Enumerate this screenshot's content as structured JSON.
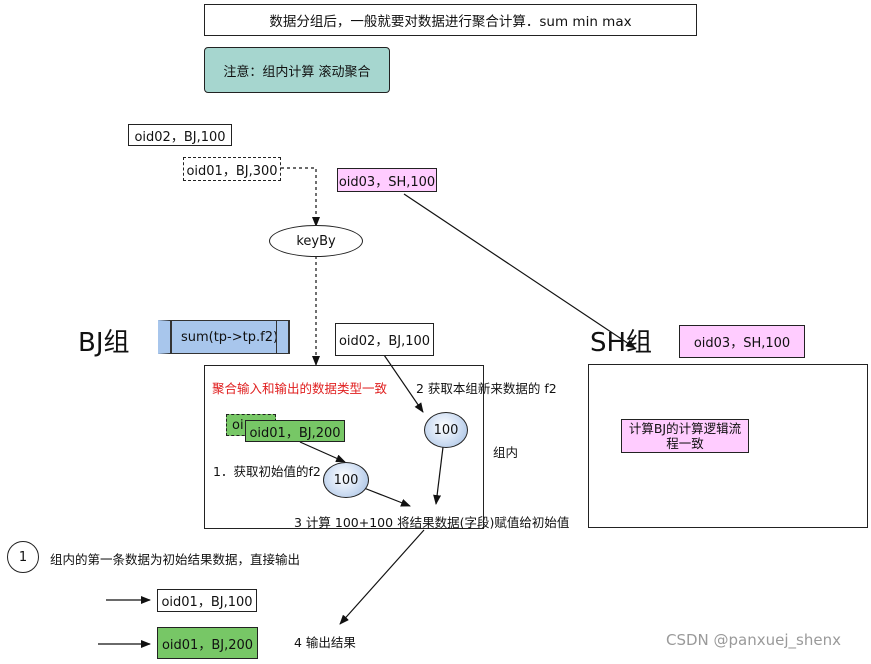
{
  "header": {
    "title": "数据分组后，一般就要对数据进行聚合计算．sum  min  max"
  },
  "note": {
    "text": "注意：组内计算  滚动聚合"
  },
  "records": {
    "in_bj_100": "oid02，BJ,100",
    "in_bj_300": "oid01，BJ,300",
    "in_sh_100": "oid03，SH,100",
    "bj_current": "oid02，BJ,100",
    "sh_current": "oid03，SH,100",
    "bj_partial": "oi",
    "bj_state": "oid01，BJ,200",
    "out_1": "oid01，BJ,100",
    "out_2": "oid01，BJ,200"
  },
  "keyby": {
    "label": "keyBy"
  },
  "groups": {
    "bj": {
      "label": "BJ组",
      "function": "sum(tp->tp.f2)",
      "type_note": "聚合输入和输出的数据类型一致",
      "type_note_color": "#e02020",
      "inner_label": "组内"
    },
    "sh": {
      "label": "SH组",
      "logic_note_line1": "计算BJ的计算逻辑流",
      "logic_note_line2": "程一致"
    }
  },
  "steps": {
    "step1": "1．获取初始值的f2",
    "step2": "2 获取本组新来数据的  f2",
    "step3": "3  计算  100+100  将结果数据(字段)赋值给初始值",
    "step4": "4 输出结果"
  },
  "bubbles": {
    "initial": "100",
    "new": "100"
  },
  "legend": {
    "number": "1",
    "text": "组内的第一条数据为初始结果数据，直接输出"
  },
  "watermark": "CSDN @panxuej_shenx"
}
